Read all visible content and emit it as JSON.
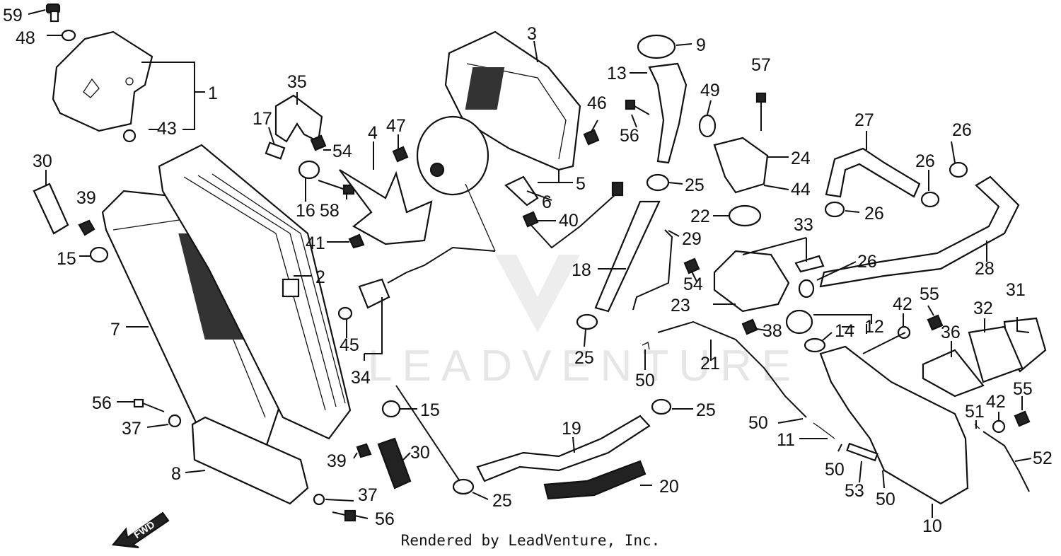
{
  "watermark": "LEADVENTURE",
  "fwd_label": "FWD",
  "caption": "Rendered by LeadVenture, Inc.",
  "callouts": [
    "59",
    "48",
    "1",
    "43",
    "30",
    "39",
    "15",
    "7",
    "56",
    "37",
    "8",
    "35",
    "17",
    "54",
    "16",
    "58",
    "2",
    "3",
    "4",
    "47",
    "5",
    "6",
    "40",
    "41",
    "45",
    "34",
    "46",
    "56",
    "9",
    "13",
    "49",
    "57",
    "24",
    "44",
    "25",
    "22",
    "29",
    "33",
    "18",
    "54",
    "23",
    "25",
    "50",
    "21",
    "27",
    "26",
    "26",
    "26",
    "28",
    "26",
    "12",
    "14",
    "38",
    "55",
    "42",
    "32",
    "31",
    "36",
    "15",
    "30",
    "39",
    "25",
    "19",
    "20",
    "25",
    "37",
    "56",
    "11",
    "50",
    "53",
    "50",
    "10",
    "51",
    "42",
    "55",
    "52"
  ]
}
